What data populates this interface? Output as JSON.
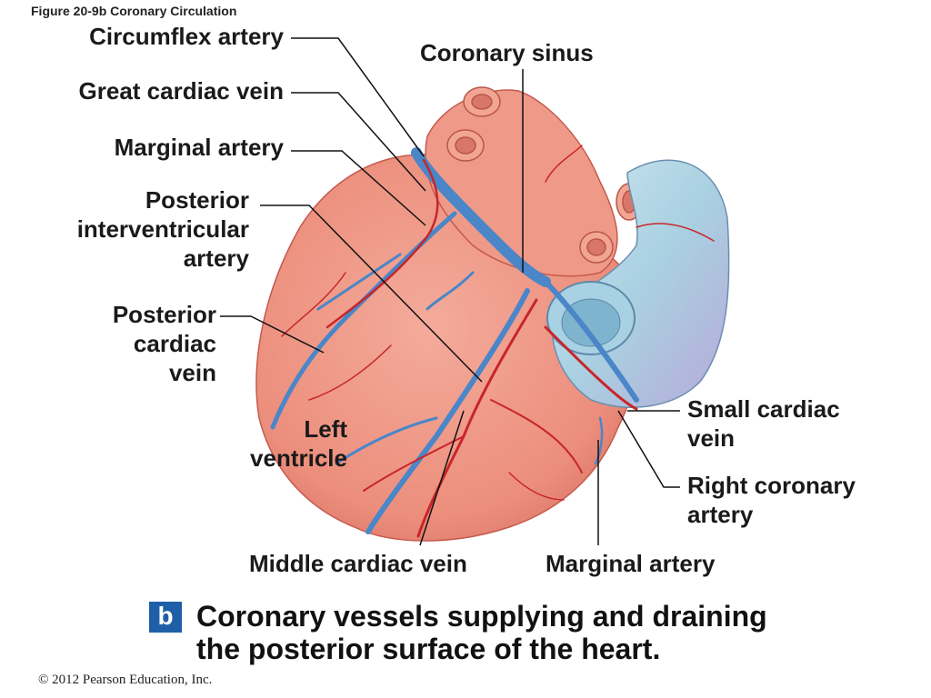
{
  "figure_title": "Figure 20-9b  Coronary Circulation",
  "labels": {
    "circumflex_artery": "Circumflex artery",
    "coronary_sinus": "Coronary sinus",
    "great_cardiac_vein": "Great cardiac vein",
    "marginal_artery_top": "Marginal artery",
    "posterior_interventricular_artery": "Posterior\ninterventricular\nartery",
    "posterior_cardiac_vein": "Posterior\ncardiac\nvein",
    "left_ventricle": "Left\nventricle",
    "small_cardiac_vein": "Small cardiac\nvein",
    "right_coronary_artery": "Right coronary\nartery",
    "middle_cardiac_vein": "Middle cardiac vein",
    "marginal_artery_bottom": "Marginal artery"
  },
  "panel_badge": "b",
  "caption": "Coronary vessels supplying and draining\nthe posterior surface of the heart.",
  "copyright": "© 2012 Pearson Education, Inc.",
  "colors": {
    "myocardium": "#ec8e7c",
    "myocardium_shadow": "#d96e60",
    "artery": "#c8262a",
    "vein": "#4a86c8",
    "vessel_lumen_blue": "#8fc3dc",
    "badge": "#1f5fa8"
  }
}
